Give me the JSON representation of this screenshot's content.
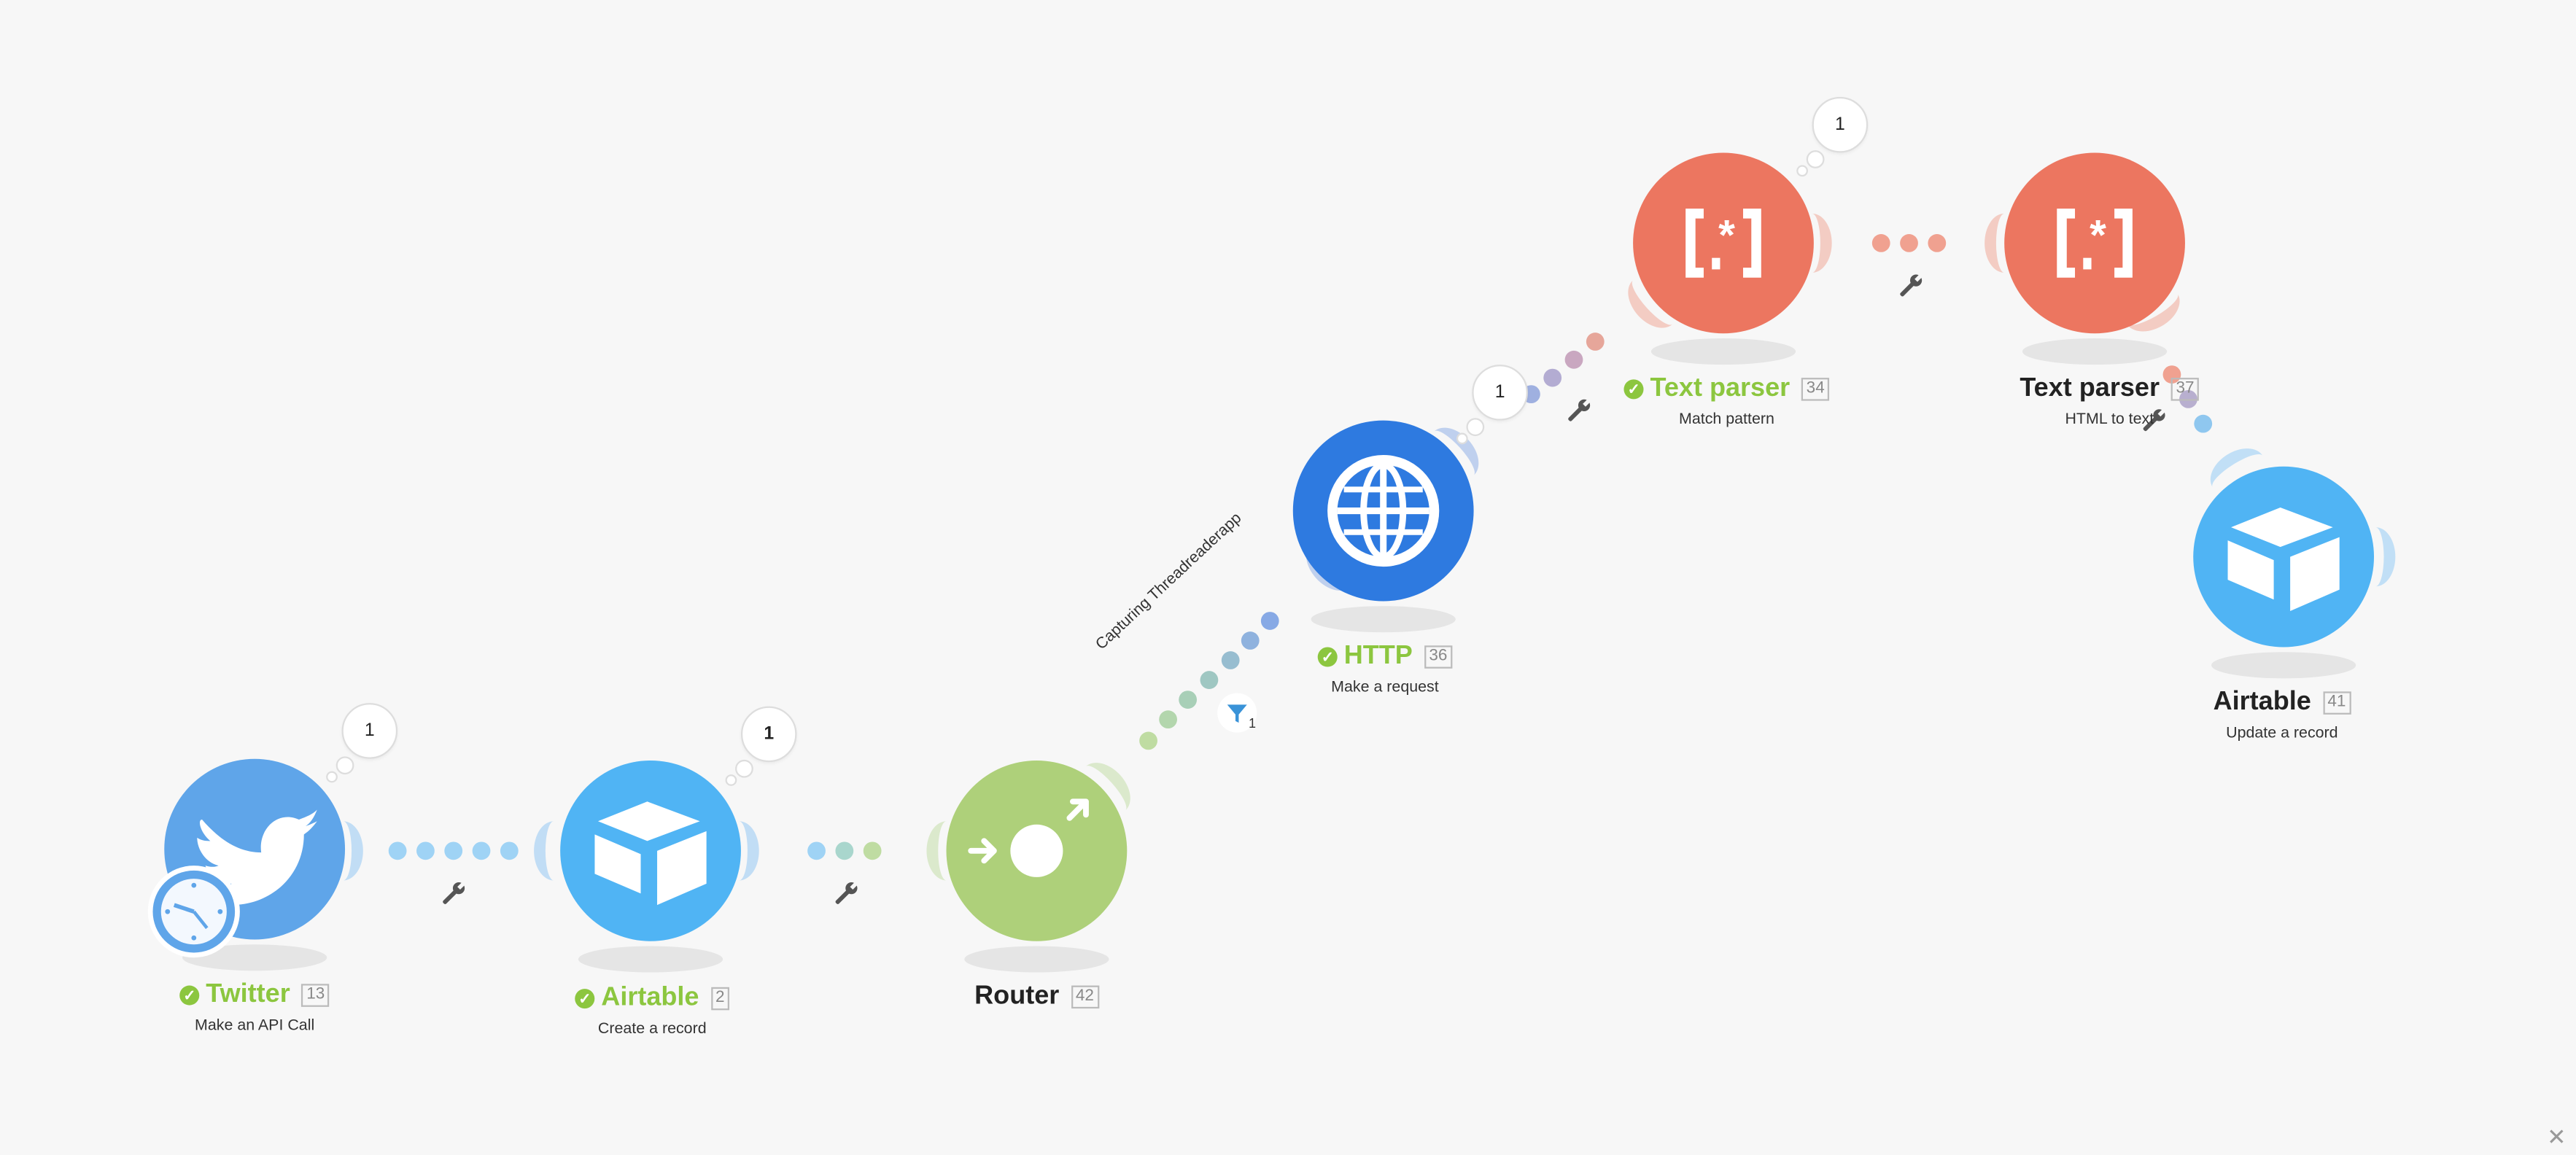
{
  "scenario": {
    "modules": [
      {
        "id": "twitter",
        "title": "Twitter",
        "number": "13",
        "subtitle": "Make an API Call",
        "status": "ok",
        "icon": "twitter-bird-icon",
        "color": "#5fa5e9",
        "ops": "1"
      },
      {
        "id": "airtable-create",
        "title": "Airtable",
        "number": "2",
        "subtitle": "Create a record",
        "status": "ok",
        "icon": "airtable-box-icon",
        "color": "#50b4f4",
        "ops": "1"
      },
      {
        "id": "router",
        "title": "Router",
        "number": "42",
        "subtitle": "",
        "status": "none",
        "icon": "router-icon",
        "color": "#aed07a"
      },
      {
        "id": "http",
        "title": "HTTP",
        "number": "36",
        "subtitle": "Make a request",
        "status": "ok",
        "icon": "globe-icon",
        "color": "#2e7ae0",
        "ops": "1"
      },
      {
        "id": "text-parser-match",
        "title": "Text parser",
        "number": "34",
        "subtitle": "Match pattern",
        "status": "ok",
        "icon": "regex-icon",
        "color": "#ec7660",
        "ops": "1"
      },
      {
        "id": "text-parser-html",
        "title": "Text parser",
        "number": "37",
        "subtitle": "HTML to text",
        "status": "none",
        "icon": "regex-icon",
        "color": "#ec7660"
      },
      {
        "id": "airtable-update",
        "title": "Airtable",
        "number": "41",
        "subtitle": "Update a record",
        "status": "none",
        "icon": "airtable-box-icon",
        "color": "#50b4f4"
      }
    ],
    "route": {
      "label": "Capturing Threadreaderapp",
      "filter_count": "1"
    },
    "check_symbol": "✓",
    "close_label": "✕"
  }
}
